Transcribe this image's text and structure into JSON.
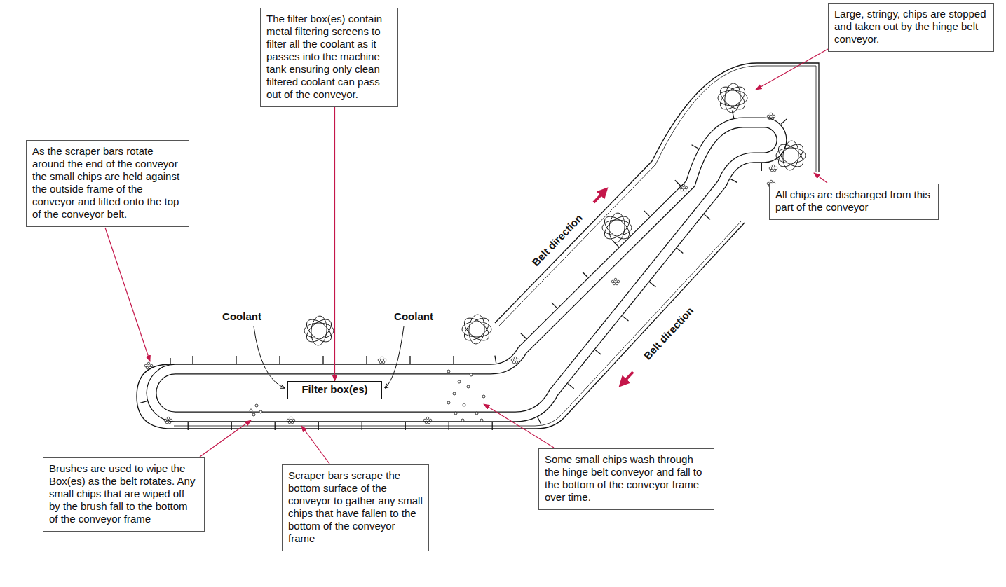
{
  "diagram": {
    "nodes": [
      {
        "text": [
          "As the scraper bars rotate around the end of the conveyor the small chips are held against the outside frame of the conveyor and lifted onto the top of the conveyor belt."
        ]
      },
      {
        "text": [
          "The filter box(es) contain metal filtering screens to filter all the coolant as it passes into the machine tank ensuring only clean filtered coolant can pass out of the conveyor."
        ]
      },
      {
        "text": [
          "Large, stringy, chips are stopped and taken out by the hinge belt conveyor."
        ]
      },
      {
        "text": [
          "All chips are discharged from this part of the conveyor"
        ]
      },
      {
        "text": [
          "Filter box(es)"
        ]
      },
      {
        "text": [
          "Brushes are used to wipe the Box(es) as the belt rotates. Any small chips that are wiped off by the brush fall to the bottom of the conveyor frame"
        ]
      },
      {
        "text": [
          "Scraper bars scrape the bottom surface of the conveyor to gather any small chips that have fallen to the bottom of the conveyor frame"
        ]
      },
      {
        "text": [
          "Some small chips wash through the hinge belt conveyor and fall to the bottom of the conveyor frame over time."
        ]
      }
    ],
    "edges": [
      {
        "from": 1,
        "to": 4,
        "arrow": "to"
      }
    ],
    "labels": [
      "Coolant",
      "Coolant",
      "Belt direction",
      "Belt direction"
    ]
  }
}
